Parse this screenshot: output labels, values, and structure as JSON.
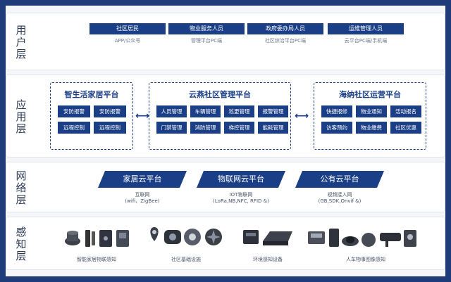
{
  "layers": [
    {
      "label": "用户层"
    },
    {
      "label": "应用层"
    },
    {
      "label": "网络层"
    },
    {
      "label": "感知层"
    }
  ],
  "user_layer": {
    "items": [
      {
        "label": "社区居民",
        "sub": "APP/公众号"
      },
      {
        "label": "物业服务人员",
        "sub": "管理平台PC端"
      },
      {
        "label": "政府委办局人员",
        "sub": "社区综治平台PC端"
      },
      {
        "label": "运维管理人员",
        "sub": "云平台PC端/手机端"
      }
    ]
  },
  "app_layer": {
    "home_platform": {
      "title": "智生活家居平台",
      "buttons": [
        "安防报警",
        "安防报警",
        "远程控制",
        "远程控制"
      ]
    },
    "community_platform": {
      "title": "云燕社区管理平台",
      "buttons": [
        "人员管理",
        "车辆管理",
        "巡更管理",
        "报警管理",
        "门禁管理",
        "消防管理",
        "梯控管理",
        "能耗管理"
      ]
    },
    "operation_platform": {
      "title": "海纳社区运营平台",
      "buttons": [
        "快捷报修",
        "物业通知",
        "活动报名",
        "访客预约",
        "物业缴费",
        "社区优惠"
      ]
    },
    "arrow_symbol": "⟷"
  },
  "network_layer": {
    "clouds": [
      {
        "title": "家居云平台",
        "sub1": "互联网",
        "sub2": "(wifi、ZigBee)"
      },
      {
        "title": "物联网云平台",
        "sub1": "IOT物联网",
        "sub2": "(LoRa,NB,NFC, RFID &)"
      },
      {
        "title": "公有云平台",
        "sub1": "视频接入网",
        "sub2": "(GB,SDK,Onvif &)"
      }
    ]
  },
  "perception_layer": {
    "groups": [
      {
        "caption": "智能家居物联感知"
      },
      {
        "caption": "社区基础设施"
      },
      {
        "caption": "环境感知设备"
      },
      {
        "caption": "人车物事图像感知"
      }
    ]
  },
  "colors": {
    "accent": "#1b3f86",
    "frame": "#1f3b7a",
    "background": "#f4f6fa"
  }
}
